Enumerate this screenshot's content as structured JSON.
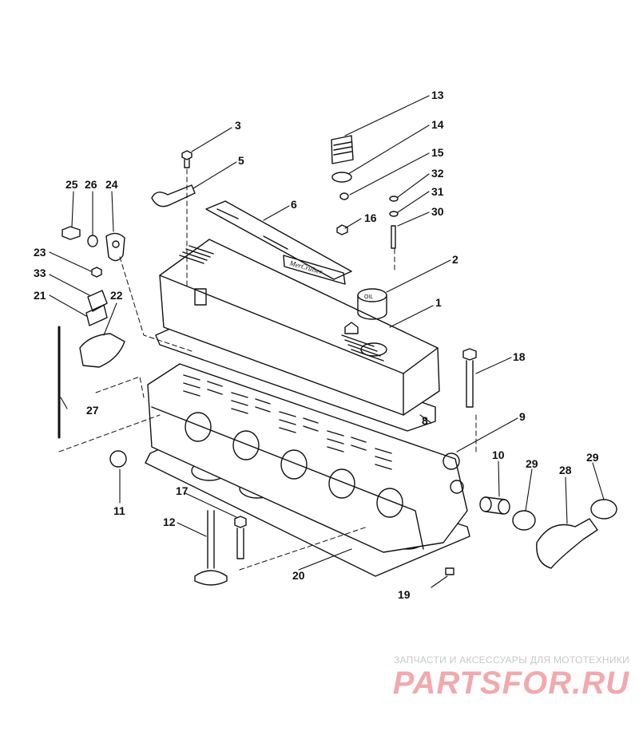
{
  "callouts": [
    "1",
    "2",
    "3",
    "5",
    "6",
    "8",
    "9",
    "10",
    "11",
    "12",
    "13",
    "14",
    "15",
    "16",
    "17",
    "18",
    "19",
    "20",
    "21",
    "22",
    "23",
    "24",
    "25",
    "26",
    "27",
    "28",
    "29",
    "29",
    "30",
    "31",
    "32",
    "33"
  ],
  "valve_cover_badge": "MerCruiser",
  "oil_cap_text": "OIL",
  "watermark": {
    "tagline": "ЗАПЧАСТИ И АКСЕССУАРЫ ДЛЯ МОТОТЕХНИКИ",
    "logo": "PARTSFOR.RU"
  },
  "colors": {
    "ink": "#111111",
    "watermark_text": "#c8c8c8",
    "watermark_logo": "#f2a9ad"
  }
}
